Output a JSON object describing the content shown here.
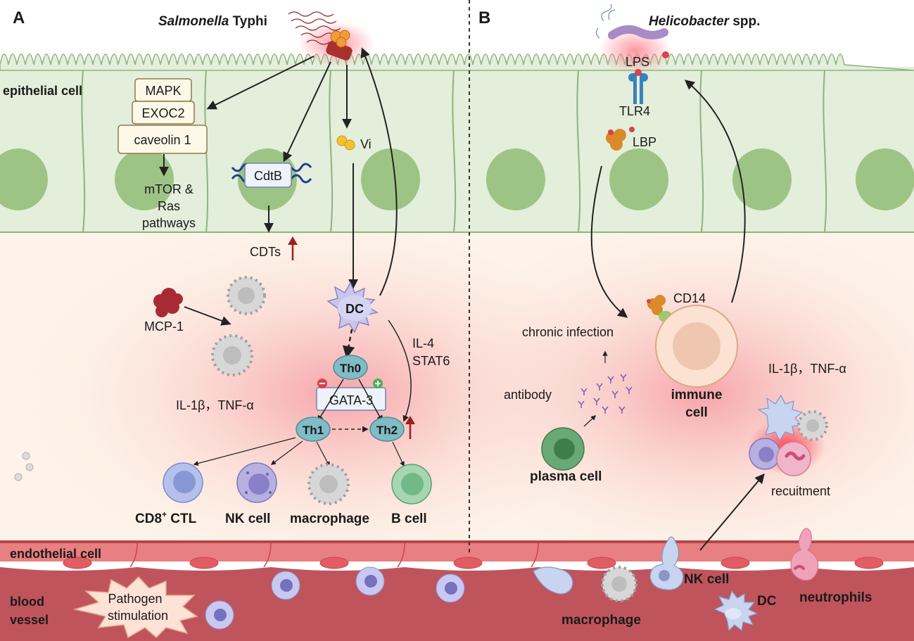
{
  "panel_a": {
    "letter": "A",
    "pathogen_italic": "Salmonella",
    "pathogen_rest": " Typhi",
    "epithelial_label": "epithelial cell",
    "mapk": "MAPK",
    "exoc2": "EXOC2",
    "caveolin": "caveolin 1",
    "mtor_line1": "mTOR &",
    "mtor_line2": "Ras",
    "mtor_line3": "pathways",
    "cdtb": "CdtB",
    "vi": "Vi",
    "cdts": "CDTs",
    "mcp1": "MCP-1",
    "dc": "DC",
    "il4": "IL-4",
    "stat6": "STAT6",
    "th0": "Th0",
    "gata3": "GATA-3",
    "th1": "Th1",
    "th2": "Th2",
    "cytokines": "IL-1β，TNF-α",
    "cd8_main": "CD8",
    "cd8_sup": "+",
    "cd8_tail": " CTL",
    "nk_cell": "NK cell",
    "macrophage": "macrophage",
    "b_cell": "B cell"
  },
  "panel_b": {
    "letter": "B",
    "pathogen_italic": "Helicobacter",
    "pathogen_rest": " spp.",
    "lps": "LPS",
    "tlr4": "TLR4",
    "lbp": "LBP",
    "cd14": "CD14",
    "chronic": "chronic infection",
    "antibody": "antibody",
    "plasma": "plasma cell",
    "immune1": "immune",
    "immune2": "cell",
    "cytokines": "IL-1β，TNF-α",
    "recruitment": "recuitment",
    "nk_cell": "NK cell",
    "dc": "DC",
    "neutrophils": "neutrophils",
    "macrophage": "macrophage"
  },
  "vessel": {
    "endothelial_label": "endothelial cell",
    "blood1": "blood",
    "blood2": "vessel",
    "pathogen1": "Pathogen",
    "pathogen2": "stimulation"
  },
  "colors": {
    "epithelium": "#e3eedb",
    "epithelium_stroke": "#8fb37c",
    "nucleus": "#9ec485",
    "lamina": "#fdf3e8",
    "inflammation": "#f7a8ac",
    "endothelium": "#e87f80",
    "blood": "#c0545c",
    "arrow": "#222222",
    "up_arrow": "#9c1f1f"
  }
}
